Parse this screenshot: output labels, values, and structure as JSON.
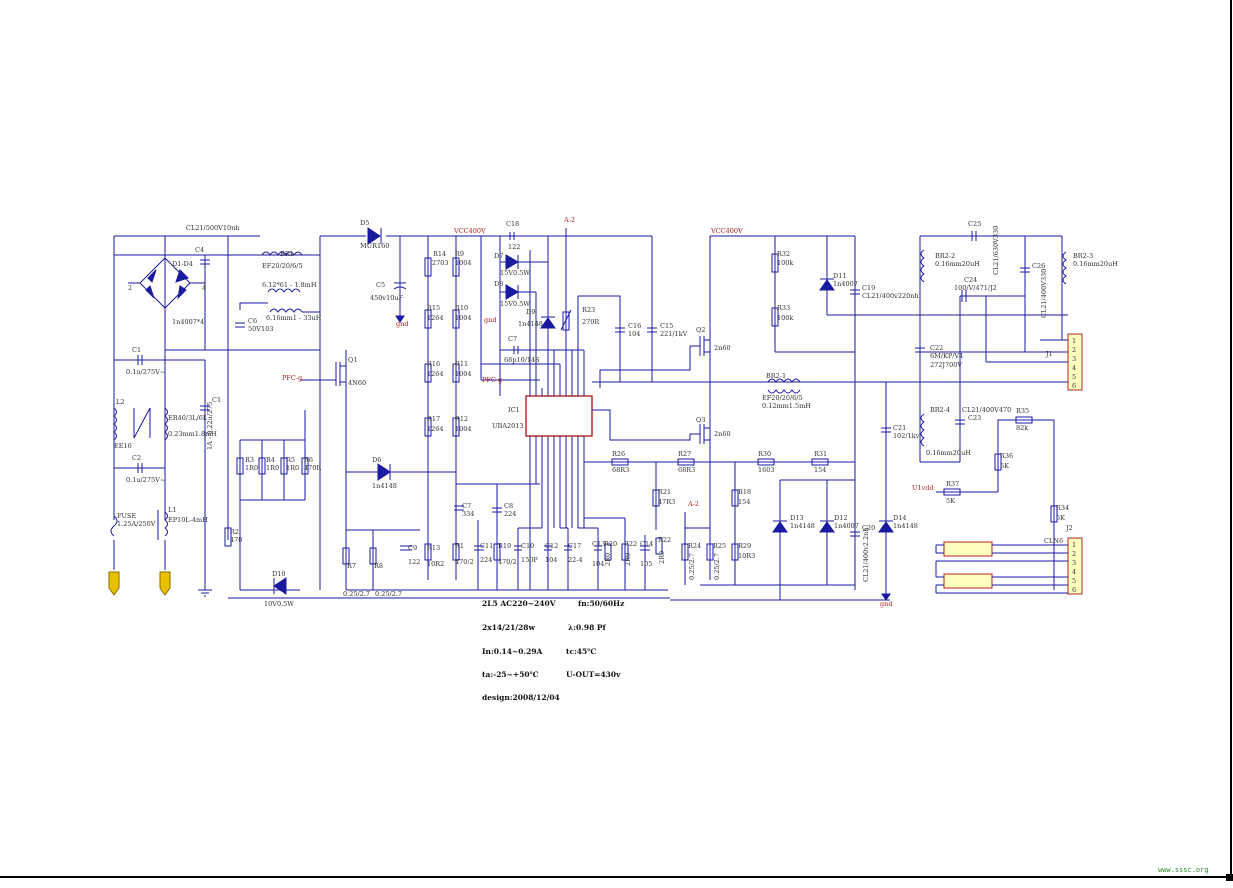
{
  "labels": {
    "cl21_top": "CL21/500V10nh",
    "br1": "BR1",
    "br1_core": "EF20/20/6/5",
    "br1_ind": "6.12*61 - 1.8mH",
    "l_pfc": "6.16mm1 - 33uH",
    "d1d4": "D1-D4",
    "bridge_part": "1n4007*4",
    "c4": "C4",
    "c6": "C6",
    "c6_val": "50V103",
    "d5": "D5",
    "d5_part": "MUR160",
    "c5": "C5",
    "c5_val": "450v10uF",
    "gnd": "gnd",
    "vcc400_a": "VCC400V",
    "vcc400_b": "VCC400V",
    "c18": "C18",
    "c18_val": "122",
    "a2_top": "A-2",
    "a2_mid": "A-2",
    "d7": "D7",
    "d7_part": "15V0.5W",
    "d8": "D8",
    "d8_part": "15V0.5W",
    "d9": "D9",
    "d9_part": "1n4148",
    "r23": "R23",
    "r23_val": "270R",
    "c16": "C16",
    "c16_val": "104",
    "c15": "C15",
    "c15_val": "221/1kV",
    "q2": "Q2",
    "q2_part": "2n60",
    "q3": "Q3",
    "q3_part": "2n60",
    "c7": "C7",
    "c7_val": "68p10/14S",
    "r14": "R14",
    "r14_val": "2703",
    "r9": "R9",
    "r9_val": "1004",
    "r15": "R15",
    "r15_val": "1264",
    "r10": "R10",
    "r10_val": "1004",
    "r16": "R16",
    "r16_val": "1264",
    "r11": "R11",
    "r11_val": "1004",
    "r17": "R17",
    "r17_val": "1264",
    "r12": "R12",
    "r12_val": "1004",
    "q1": "Q1",
    "q1_part": "4N60",
    "pfc_g_left": "PFC-g",
    "pfc_g_right": "PFC-g",
    "c1": "C1",
    "c1_val": "0.1u/275V~",
    "c1_side": "C1",
    "c1_side_val": "1A - 0.22u/275",
    "l2": "L2",
    "l2_core": "EE16",
    "l1": "L1",
    "l1_val": "EP10L-4mH",
    "c2": "C2",
    "c2_val": "0.1u/275V~",
    "fuse": "FUSE",
    "fuse_val": "1.25A/250V",
    "choke": "ER40/3L/6L",
    "choke_val": "0.23mm1.8mH",
    "ic1": "IC1",
    "ic1_part": "UBA2013",
    "br2_1": "BR2-1",
    "br2_1_core": "EF20/20/6/5",
    "br2_1_val": "0.12mm1.5mH",
    "r32": "R32",
    "r32_val": "100k",
    "r33": "R33",
    "r33_val": "100k",
    "d11": "D11",
    "d11_part": "1n4007",
    "c19": "C19",
    "c19_val": "CL21/400v220nh",
    "c22": "C22",
    "c22_val": "6M/KP/V4",
    "c22_val2": "272J700V",
    "r26": "R26",
    "r26_val": "68R3",
    "r27": "R27",
    "r27_val": "68R3",
    "r30": "R30",
    "r30_val": "1603",
    "r31": "R31",
    "r31_val": "154",
    "r21": "R21",
    "r21_val": "47R3",
    "r18": "R18",
    "r18_val": "154",
    "d13": "D13",
    "d13_part": "1n4148",
    "d12": "D12",
    "d12_part": "1n4007",
    "c20": "C20",
    "c20_val": "CL21/400v2.2nh",
    "d14": "D14",
    "d14_part": "1n4148",
    "c21": "C21",
    "c21_val": "102/1kv",
    "br2_2": "BR2-2",
    "br2_2_val": "0.16mm20uH",
    "br2_3": "BR2-3",
    "br2_3_val": "0.16mm20uH",
    "br2_4": "BR2-4",
    "br2_4_val": "0.16mm20uH",
    "c25": "C25",
    "c25_val": "CL21/630V330",
    "c24": "C24",
    "c24_val": "100/V/471/J2",
    "c26": "C26",
    "c26_val": "CL21/400V330",
    "c23": "C23",
    "c23_val": "CL21/400V470",
    "r35": "R35",
    "r35_val": "82k",
    "r36": "R36",
    "r36_val": "5K",
    "r37": "R37",
    "r37_val": "5K",
    "r34": "R34",
    "r34_val": "5K",
    "ulvdd": "U1vdd",
    "j1_top": "J1",
    "j2": "J2",
    "cln6": "CLN6",
    "r3": "R3",
    "r3_val": "1R0",
    "r4": "R4",
    "r4_val": "1R0",
    "r5": "R5",
    "r5_val": "1R0",
    "r6": "R6",
    "r6_val": "470R",
    "r7": "R7",
    "r8": "R8",
    "r7_val": "0.25/2.7",
    "r8_val": "0.25/2.7",
    "r2": "R2",
    "r2_val": "470",
    "d6": "D6",
    "d6_part": "1n4148",
    "d10": "D10",
    "d10_part": "10V0.5W",
    "c9": "C9",
    "c9_val": "122",
    "r13": "R13",
    "r13_val": "10R2",
    "r1": "R1",
    "r1_val": "470/2",
    "c7b": "C7",
    "c7b_val": "334",
    "c8": "C8",
    "c8_val": "224",
    "c11": "C11",
    "c11_val": "224",
    "r19": "R19",
    "r19_val": "470/2",
    "c10": "C10",
    "c10_val": "150P",
    "c12": "C12",
    "c12_val": "104",
    "c17": "C17",
    "c17_val": "22-4",
    "c13": "C13",
    "c13_val": "104",
    "r20": "R20",
    "r20_val": "2R0",
    "r22": "R22",
    "r22_val": "2R0",
    "c14": "C14",
    "c14_val": "105",
    "r22b": "R22",
    "r22b_val": "2R0",
    "r24": "R24",
    "r24_val": "0.25/2.7",
    "r25": "R25",
    "r25_val": "0.25/2.7",
    "r29": "R29",
    "r29_val": "10R3",
    "n2": "2",
    "n4": "4"
  },
  "connector_pins": [
    "1",
    "2",
    "3",
    "4",
    "5",
    "6"
  ],
  "specs": {
    "line1_a": "2L5  AC220~240V",
    "line1_b": "fn:50/60Hz",
    "line2_a": "2x14/21/28w",
    "line2_b": "λ:0.98 Pf",
    "line3_a": "In:0.14~0.29A",
    "line3_b": "tc:45℃",
    "line4_a": "ta:-25~+50℃",
    "line4_b": "U-OUT=430v",
    "line5": "design:2008/12/04"
  },
  "watermark": "www.sssc.org",
  "colors": {
    "wire": "#1a1aa0",
    "ref_label": "#b02020",
    "lamp": "#ffffc0"
  }
}
